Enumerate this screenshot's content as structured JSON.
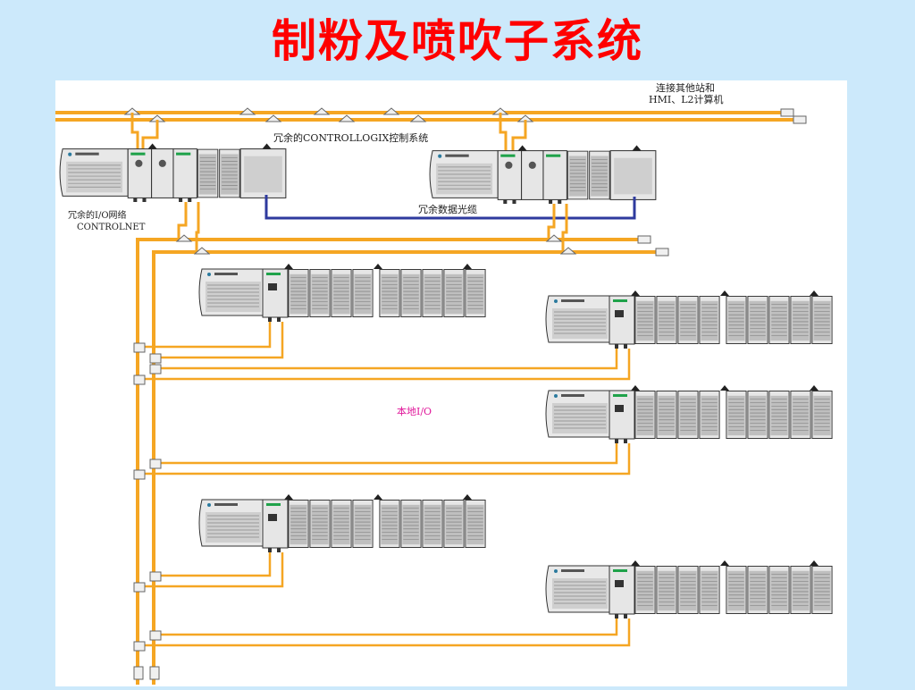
{
  "slide": {
    "title": "制粉及喷吹子系统"
  },
  "diagram": {
    "labels": {
      "connect_other": "连接其他站和",
      "hmi_l2": "HMI、L2计算机",
      "redundant_controllogix": "冗余的CONTROLLOGIX控制系统",
      "redundant_io_network": "冗余的I/O网络",
      "controlnet": "CONTROLNET",
      "redundant_fiber": "冗余数据光缆",
      "local_io": "本地I/O"
    },
    "colors": {
      "cable": "#f5a623",
      "fiber": "#2e3a9e",
      "chassis": "#d9d9d9",
      "chassis_dark": "#8c8c8c",
      "local_io_text": "#e0179a",
      "title": "#ff0000"
    }
  }
}
